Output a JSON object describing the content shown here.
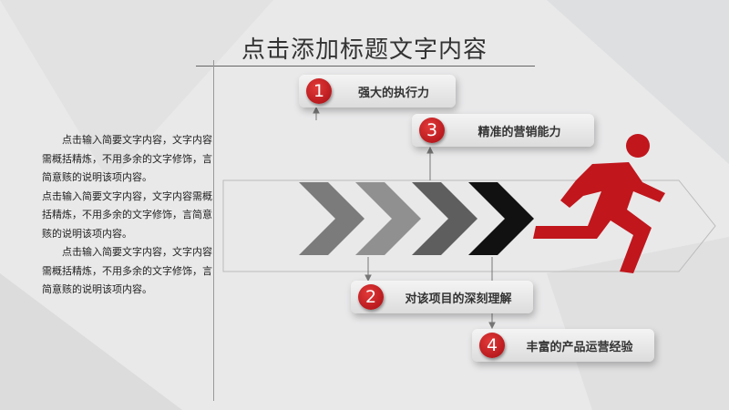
{
  "title": "点击添加标题文字内容",
  "paragraphs": [
    "点击输入简要文字内容，文字内容需概括精炼，不用多余的文字修饰，言简意赅的说明该项内容。",
    "点击输入简要文字内容，文字内容需概括精炼，不用多余的文字修饰，言简意赅的说明该项内容。",
    "点击输入简要文字内容，文字内容需概括精炼，不用多余的文字修饰，言简意赅的说明该项内容。"
  ],
  "items": [
    {
      "num": "1",
      "label": "强大的执行力"
    },
    {
      "num": "2",
      "label": "对该项目的深刻理解"
    },
    {
      "num": "3",
      "label": "精准的营销能力"
    },
    {
      "num": "4",
      "label": "丰富的产品运营经验"
    }
  ],
  "colors": {
    "accent": "#c0161c"
  }
}
